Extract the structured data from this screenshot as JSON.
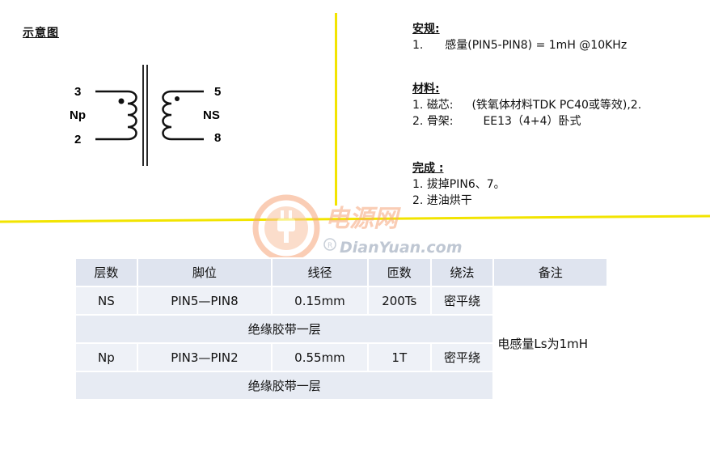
{
  "schematic": {
    "title": "示意图",
    "pins": {
      "p3": "3",
      "p2": "2",
      "p5": "5",
      "p8": "8"
    },
    "winding_labels": {
      "primary": "Np",
      "secondary": "NS"
    }
  },
  "notes": {
    "safety": {
      "heading": "安规:",
      "items": [
        {
          "num": "1.",
          "text": "感量(PIN5-PIN8) = 1mH @10KHz"
        }
      ]
    },
    "material": {
      "heading": "材料:",
      "items": [
        {
          "num": "1.",
          "label": "磁芯:",
          "text": "(铁氧体材料TDK PC40或等效),2."
        },
        {
          "num": "2.",
          "label": "骨架:",
          "text": "EE13（4+4）卧式"
        }
      ]
    },
    "finish": {
      "heading": "完成 :",
      "items": [
        {
          "text": "1. 拔掉PIN6、7。"
        },
        {
          "text": "2. 进油烘干"
        }
      ]
    }
  },
  "watermark": {
    "cn": "电源网",
    "en": "DianYuan.com"
  },
  "table": {
    "headers": [
      "层数",
      "脚位",
      "线径",
      "匝数",
      "绕法",
      "备注"
    ],
    "rows": [
      {
        "layer": "NS",
        "pins": "PIN5—PIN8",
        "wire": "0.15mm",
        "turns": "200Ts",
        "method": "密平绕"
      },
      {
        "merged": "绝缘胶带一层"
      },
      {
        "layer": "Np",
        "pins": "PIN3—PIN2",
        "wire": "0.55mm",
        "turns": "1T",
        "method": "密平绕"
      },
      {
        "merged": "绝缘胶带一层"
      }
    ],
    "remark": "电感量Ls为1mH"
  },
  "colors": {
    "divider": "#f2e400",
    "table_header": "#dfe4ef",
    "table_cell": "#eef1f7",
    "watermark_orange": "#f6a57a"
  }
}
